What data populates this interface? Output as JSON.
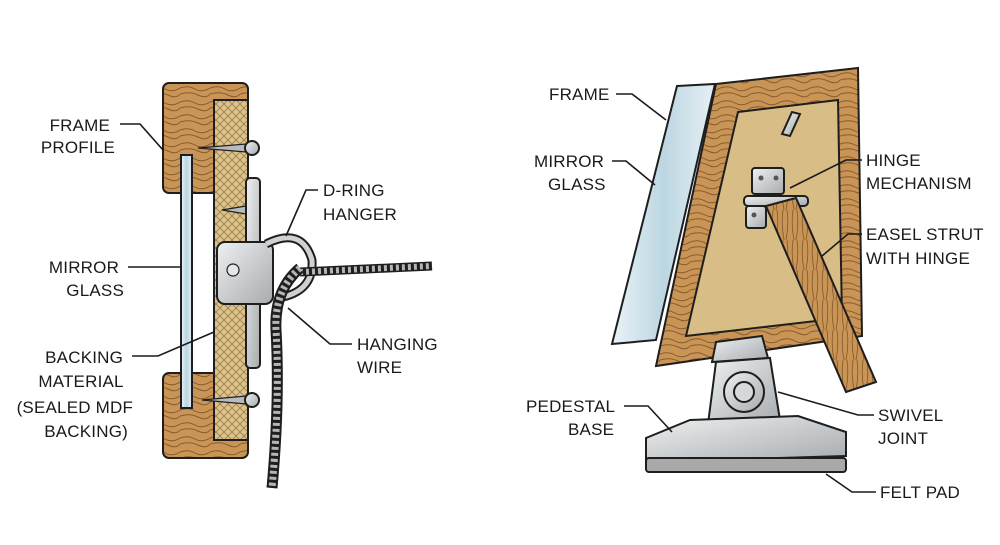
{
  "left": {
    "labels": {
      "frame_profile": [
        "FRAME",
        "PROFILE"
      ],
      "mirror_glass": [
        "MIRROR",
        "GLASS"
      ],
      "backing_material": [
        "BACKING",
        "MATERIAL",
        "(SEALED MDF",
        "BACKING)"
      ],
      "d_ring_hanger": [
        "D-RING",
        "HANGER"
      ],
      "hanging_wire": [
        "HANGING",
        "WIRE"
      ]
    }
  },
  "right": {
    "labels": {
      "frame": [
        "FRAME"
      ],
      "mirror_glass": [
        "MIRROR",
        "GLASS"
      ],
      "hinge_mechanism": [
        "HINGE",
        "MECHANISM"
      ],
      "easel_strut": [
        "EASEL STRUT",
        "WITH HINGE"
      ],
      "pedestal_base": [
        "PEDESTAL",
        "BASE"
      ],
      "swivel_joint": [
        "SWIVEL",
        "JOINT"
      ],
      "felt_pad": [
        "FELT PAD"
      ]
    }
  },
  "colors": {
    "wood": "#c99557",
    "wood_dark": "#8a5a2b",
    "backing": "#d8bd86",
    "glass": "#cfe3ec",
    "metal": "#c9ccce",
    "felt": "#a9a9a9"
  }
}
